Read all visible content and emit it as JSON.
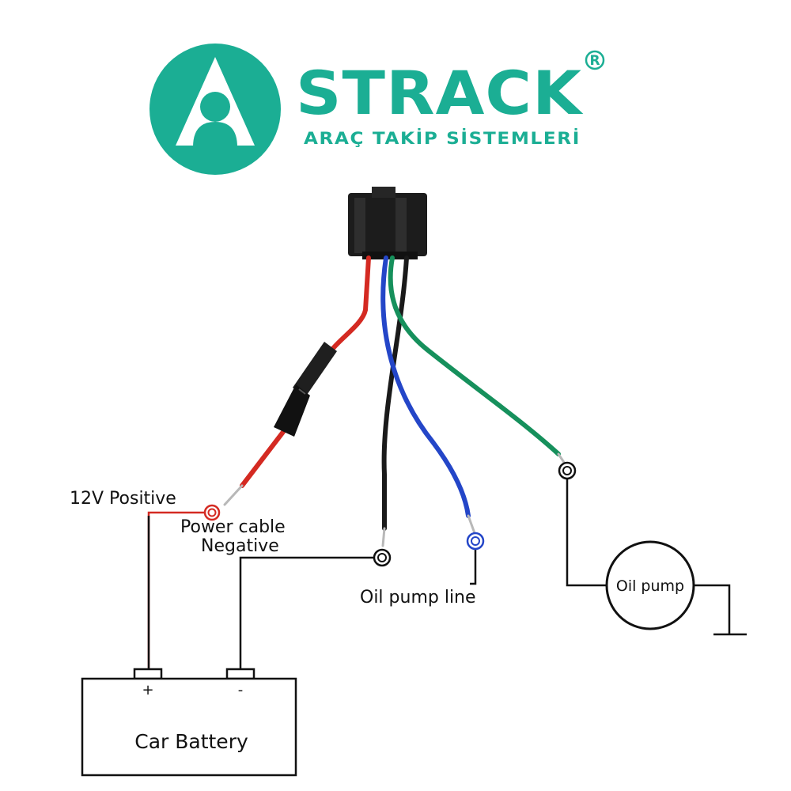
{
  "brand": {
    "name": "STRACK",
    "registered_mark": "R",
    "tagline": "ARAÇ TAKİP SİSTEMLERİ",
    "color": "#1BAE94"
  },
  "labels": {
    "positive": "12V Positive",
    "power_cable": "Power cable",
    "negative": "Negative",
    "oil_pump_line": "Oil pump line",
    "oil_pump": "Oil pump",
    "battery": "Car Battery",
    "battery_plus": "+",
    "battery_minus": "-"
  },
  "wire_colors": {
    "red": "#D42A22",
    "black": "#1A1A1A",
    "blue": "#2446C8",
    "green": "#16905C"
  },
  "ring_colors": {
    "positive": "#D42A22",
    "oil_pump_line": "#2446C8"
  }
}
